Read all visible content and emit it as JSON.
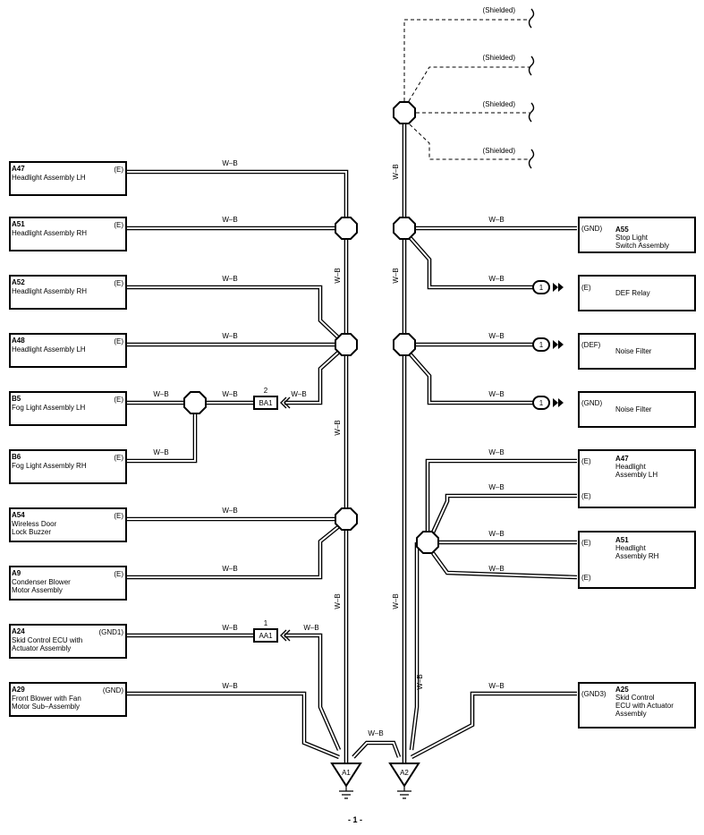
{
  "wire_color": "W–B",
  "shielded_label": "(Shielded)",
  "page_label": "- 1 -",
  "left_components": [
    {
      "code": "A47",
      "name1": "Headlight Assembly LH",
      "name2": "",
      "pin": "(E)"
    },
    {
      "code": "A51",
      "name1": "Headlight Assembly RH",
      "name2": "",
      "pin": "(E)"
    },
    {
      "code": "A52",
      "name1": "Headlight Assembly RH",
      "name2": "",
      "pin": "(E)"
    },
    {
      "code": "A48",
      "name1": "Headlight Assembly LH",
      "name2": "",
      "pin": "(E)"
    },
    {
      "code": "B5",
      "name1": "Fog Light Assembly LH",
      "name2": "",
      "pin": "(E)"
    },
    {
      "code": "B6",
      "name1": "Fog Light Assembly RH",
      "name2": "",
      "pin": "(E)"
    },
    {
      "code": "A54",
      "name1": "Wireless Door",
      "name2": "Lock Buzzer",
      "pin": "(E)"
    },
    {
      "code": "A9",
      "name1": "Condenser Blower",
      "name2": "Motor Assembly",
      "pin": "(E)"
    },
    {
      "code": "A24",
      "name1": "Skid Control ECU with",
      "name2": "Actuator Assembly",
      "pin": "(GND1)"
    },
    {
      "code": "A29",
      "name1": "Front Blower with Fan",
      "name2": "Motor Sub–Assembly",
      "pin": "(GND)"
    }
  ],
  "right_components": [
    {
      "code": "A55",
      "name1": "Stop Light",
      "name2": "Switch Assembly",
      "name3": "",
      "pins": [
        "(GND)"
      ]
    },
    {
      "code": "",
      "name1": "DEF Relay",
      "name2": "",
      "name3": "",
      "pins": [
        "(E)"
      ]
    },
    {
      "code": "",
      "name1": "Noise Filter",
      "name2": "",
      "name3": "",
      "pins": [
        "(DEF)"
      ]
    },
    {
      "code": "",
      "name1": "Noise Filter",
      "name2": "",
      "name3": "",
      "pins": [
        "(GND)"
      ]
    },
    {
      "code": "A47",
      "name1": "Headlight",
      "name2": "Assembly LH",
      "name3": "",
      "pins": [
        "(E)",
        "(E)"
      ]
    },
    {
      "code": "A51",
      "name1": "Headlight",
      "name2": "Assembly RH",
      "name3": "",
      "pins": [
        "(E)",
        "(E)"
      ]
    },
    {
      "code": "A25",
      "name1": "Skid Control",
      "name2": "ECU with Actuator",
      "name3": "Assembly",
      "pins": [
        "(GND3)"
      ]
    }
  ],
  "junction_connectors": [
    {
      "label": "BA1",
      "pin": "2"
    },
    {
      "label": "AA1",
      "pin": "1"
    }
  ],
  "plug_connectors": [
    {
      "pin": "1"
    },
    {
      "pin": "1"
    },
    {
      "pin": "1"
    }
  ],
  "ground_points": [
    "A1",
    "A2"
  ]
}
